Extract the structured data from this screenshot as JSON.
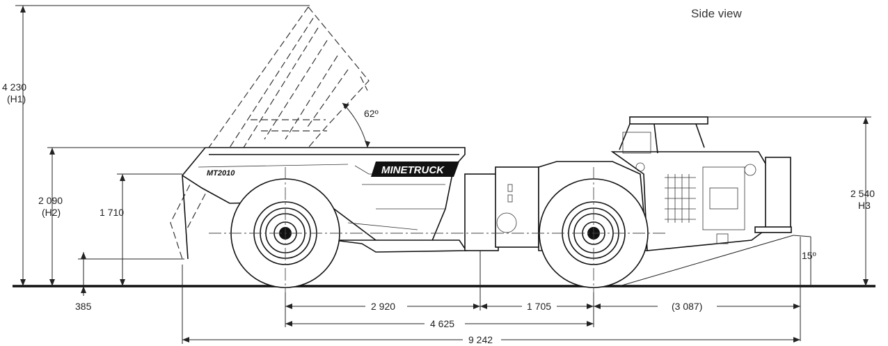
{
  "view_title": "Side view",
  "brand": {
    "logo_text": "MINETRUCK",
    "model": "MT2010"
  },
  "dimensions": {
    "h1_value": "4 230",
    "h1_label": "(H1)",
    "h2_value": "2 090",
    "h2_label": "(H2)",
    "h3_value": "2 540",
    "h3_label": "H3",
    "dump_height": "1 710",
    "dump_clearance": "385",
    "dump_angle": "62º",
    "departure_angle": "15º",
    "rear_to_articulation": "2 920",
    "articulation_to_front": "1 705",
    "front_overhang": "(3 087)",
    "wheelbase": "4 625",
    "overall_length": "9 242"
  }
}
